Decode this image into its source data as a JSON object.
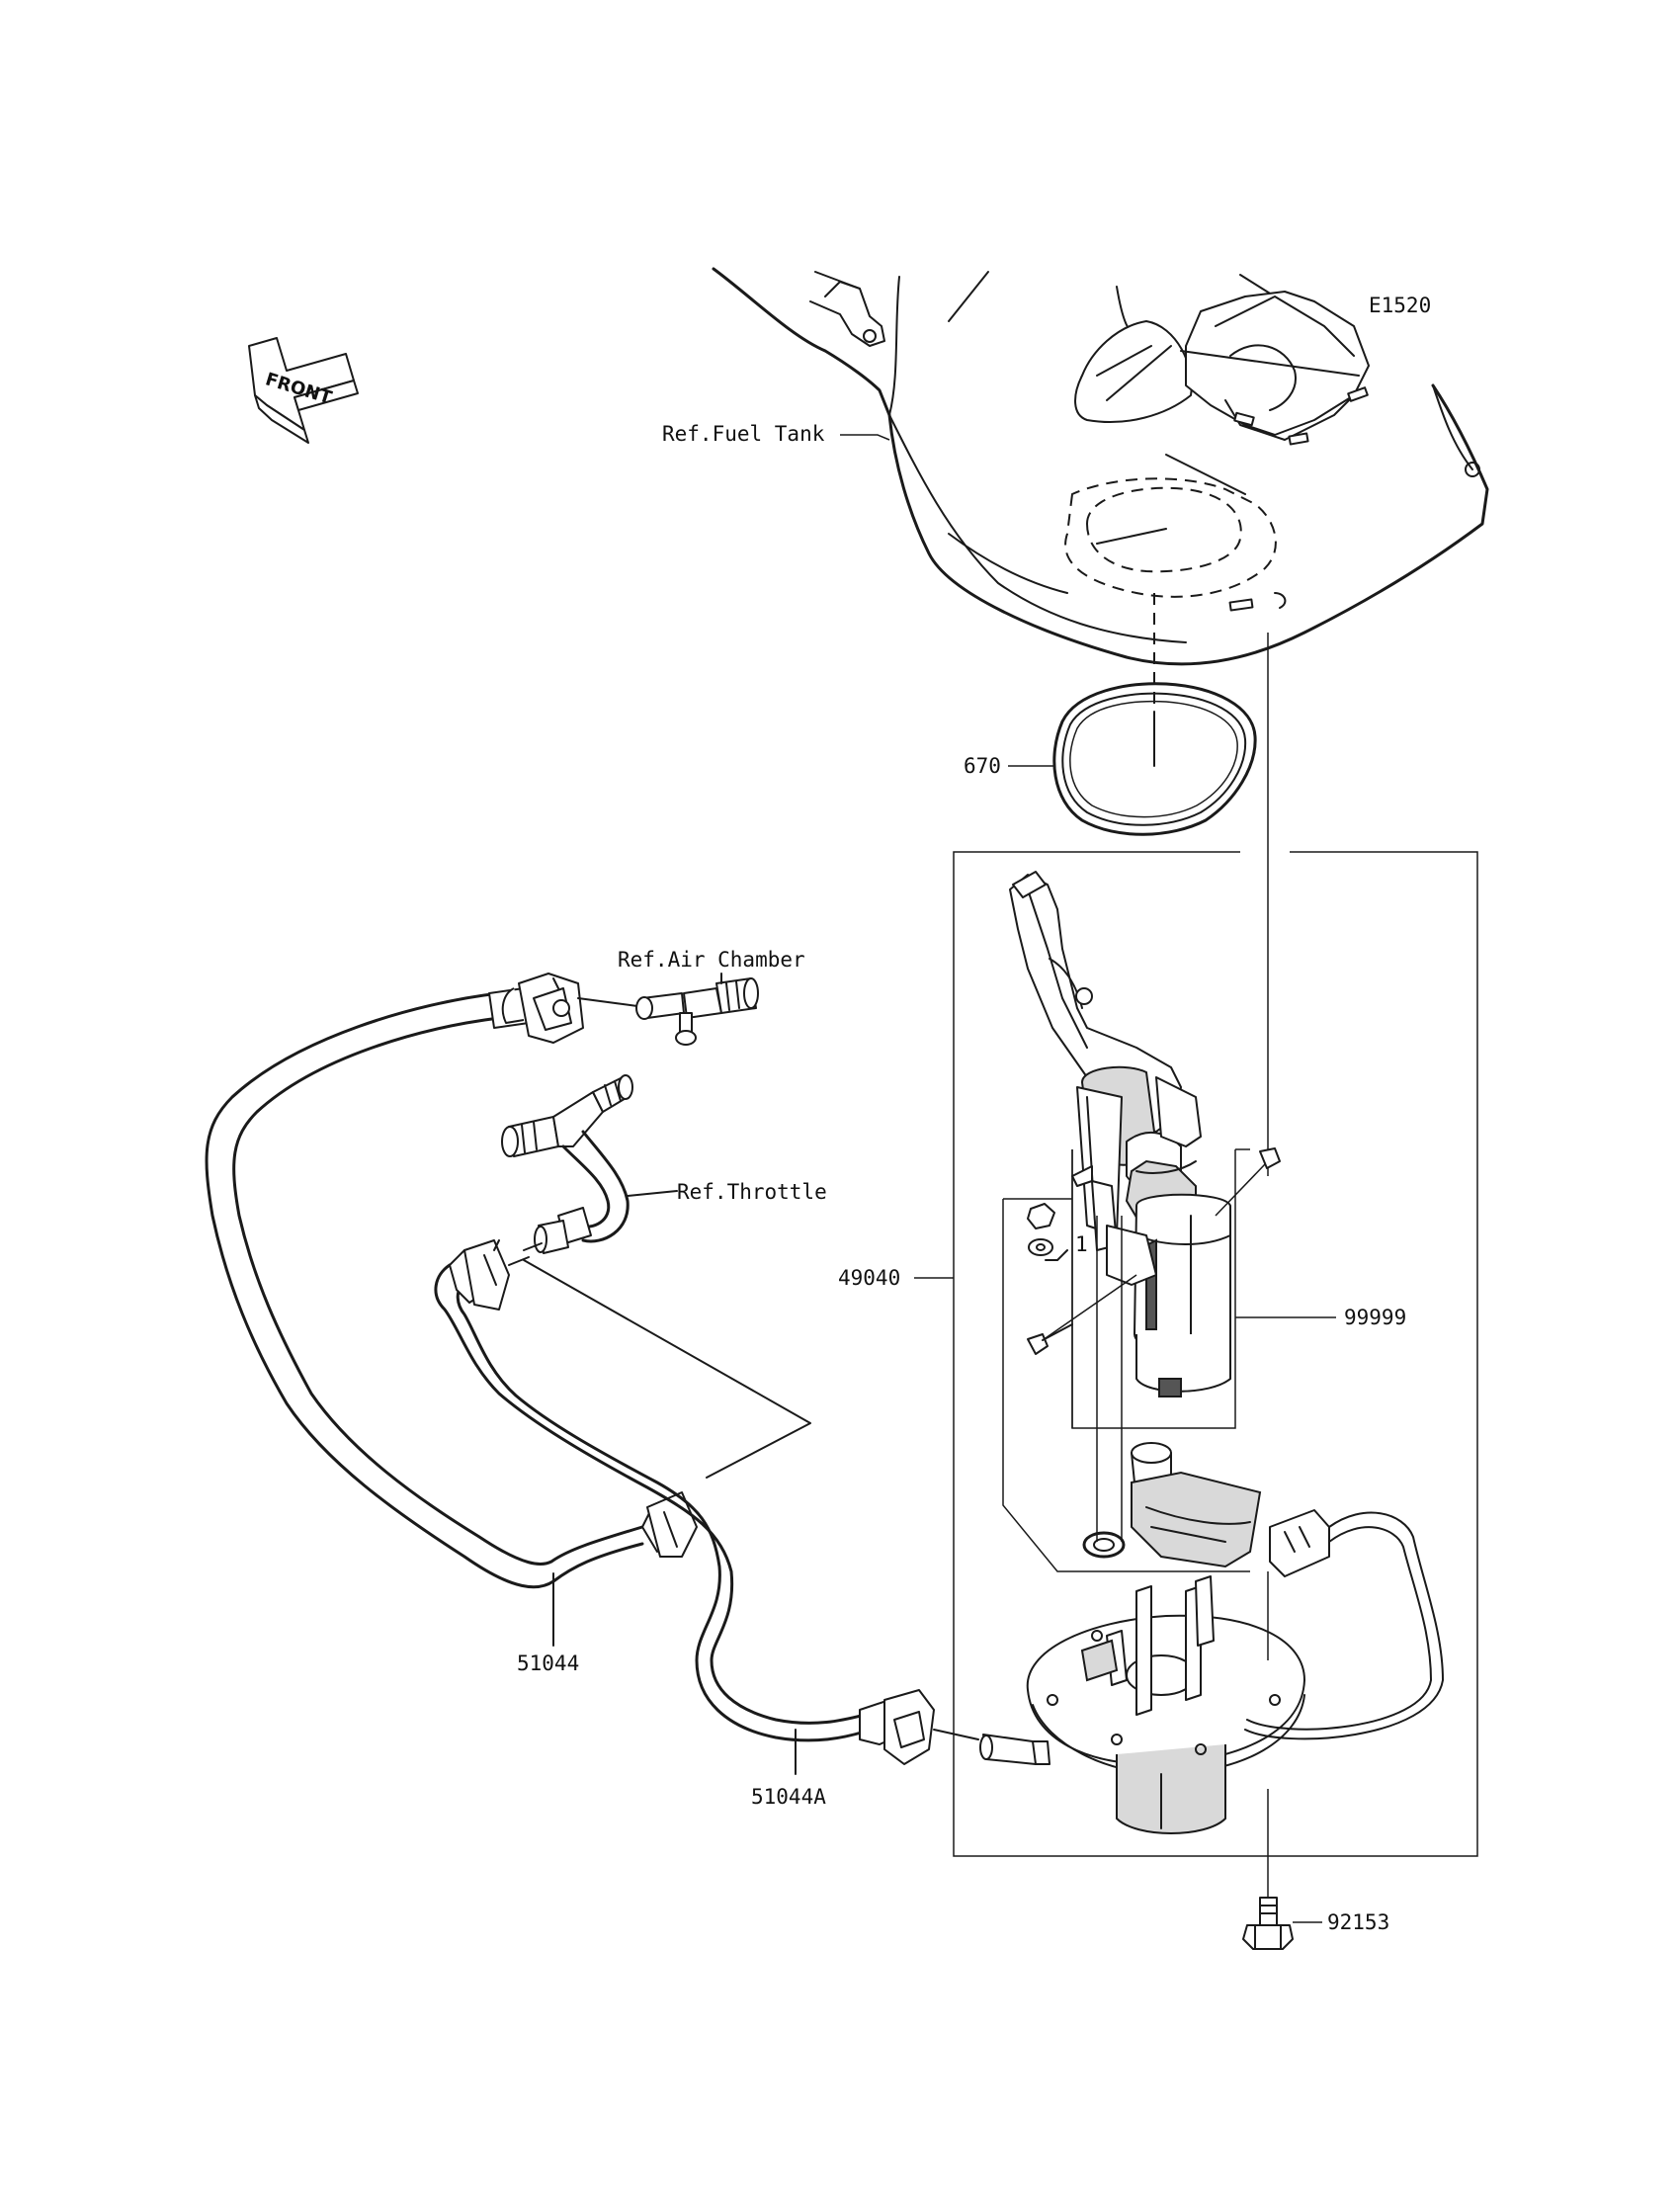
{
  "diagram": {
    "section_code": "E1520",
    "front_indicator": "FRONT",
    "reference_labels": {
      "fuel_tank": "Ref.Fuel Tank",
      "air_chamber": "Ref.Air Chamber",
      "throttle": "Ref.Throttle"
    },
    "part_numbers": {
      "gasket": "670",
      "fuel_pump_assy": "49040",
      "kit": "99999",
      "hose_main": "51044",
      "hose_a": "51044A",
      "bolt": "92153"
    },
    "callout_marks": {
      "step": "1"
    }
  }
}
